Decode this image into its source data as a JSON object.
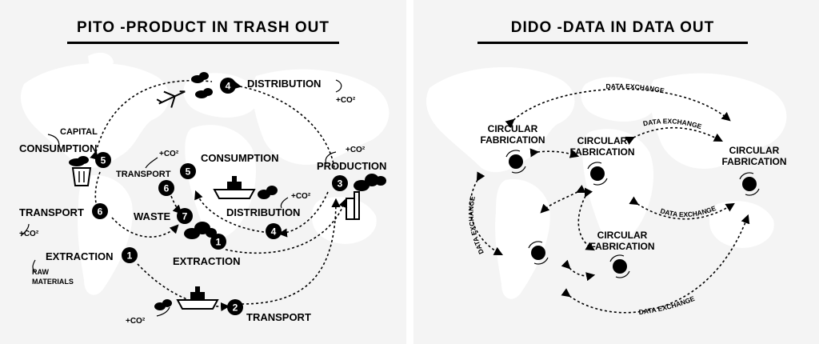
{
  "left": {
    "title": "PITO -PRODUCT IN TRASH OUT",
    "labels": {
      "distribution_top": "DISTRIBUTION",
      "capital": "CAPITAL",
      "consumption_outer": "CONSUMPTION",
      "transport_outer": "TRANSPORT",
      "extraction_outer": "EXTRACTION",
      "raw": "RAW",
      "materials": "MATERIALS",
      "consumption_inner": "CONSUMPTION",
      "transport_inner": "TRANSPORT",
      "waste": "WASTE",
      "distribution_inner": "DISTRIBUTION",
      "extraction_inner": "EXTRACTION",
      "production": "PRODUCTION",
      "transport_bottom": "TRANSPORT",
      "co2_a": "+CO²",
      "co2_b": "+CO²",
      "co2_c": "+CO²",
      "co2_d": "+CO²",
      "co2_e": "+CO²",
      "co2_f": "+CO²"
    },
    "steps": {
      "n1a": "1",
      "n1b": "1",
      "n2": "2",
      "n3": "3",
      "n4a": "4",
      "n4b": "4",
      "n5a": "5",
      "n5b": "5",
      "n6a": "6",
      "n6b": "6",
      "n7": "7"
    }
  },
  "right": {
    "title": "DIDO -DATA IN DATA OUT",
    "labels": {
      "fab1_l1": "CIRCULAR",
      "fab1_l2": "FABRICATION",
      "fab2_l1": "CIRCULAR",
      "fab2_l2": "FABRICATION",
      "fab3_l1": "CIRCULAR",
      "fab3_l2": "FABRICATION",
      "fab4_l1": "CIRCULAR",
      "fab4_l2": "FABRICATION",
      "exchange_top": "DATA EXCHANGE",
      "exchange_mid": "DATA EXCHANGE",
      "exchange_right": "DATA EXCHANGE",
      "exchange_bottom": "DATA EXCHANGE",
      "exchange_left": "DATA EXCHANGE"
    }
  }
}
